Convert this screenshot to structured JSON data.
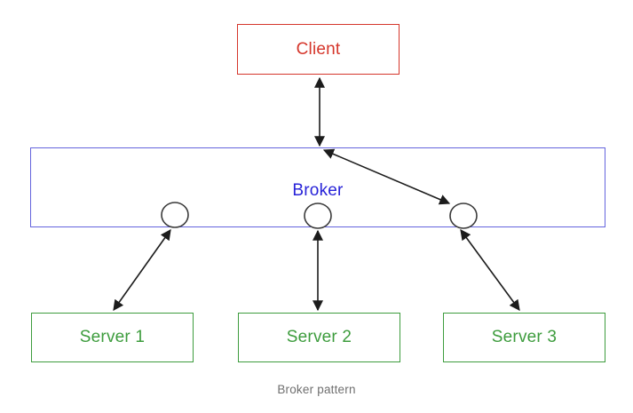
{
  "diagram": {
    "caption": "Broker pattern",
    "nodes": {
      "client": {
        "label": "Client"
      },
      "broker": {
        "label": "Broker"
      },
      "server1": {
        "label": "Server 1"
      },
      "server2": {
        "label": "Server 2"
      },
      "server3": {
        "label": "Server 3"
      }
    },
    "ports": [
      "broker-port-1",
      "broker-port-2",
      "broker-port-3"
    ],
    "edges": [
      {
        "from": "Client",
        "to": "Broker",
        "bidirectional": true
      },
      {
        "from": "Broker",
        "to": "broker-port-3",
        "bidirectional": true
      },
      {
        "from": "broker-port-1",
        "to": "Server 1",
        "bidirectional": true
      },
      {
        "from": "broker-port-2",
        "to": "Server 2",
        "bidirectional": true
      },
      {
        "from": "broker-port-3",
        "to": "Server 3",
        "bidirectional": true
      }
    ],
    "colors": {
      "client": "#d5362b",
      "broker_border": "#6464dd",
      "broker_text": "#2823d8",
      "server": "#3d9c3d",
      "edge": "#1c1c1c",
      "caption": "#6f6f6f",
      "background": "#ffffff"
    }
  }
}
